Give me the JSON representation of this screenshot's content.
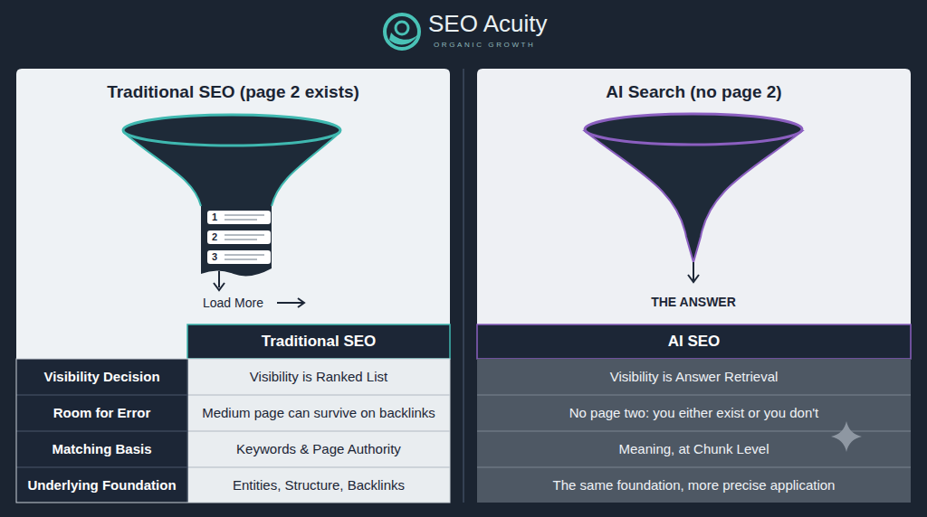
{
  "diagram": {
    "title": "SEO Acuity",
    "nodes": [
      {
        "text": [
          "Traditional SEO (page 2 exists)"
        ]
      },
      {
        "text": [
          "AI Search (no page 2)"
        ]
      }
    ],
    "labels": [
      "ORGANIC GROWTH",
      "1",
      "2",
      "3",
      "Load More",
      "THE ANSWER",
      "Traditional SEO",
      "AI SEO",
      "Visibility Decision",
      "Visibility is Ranked List",
      "Visibility is Answer Retrieval",
      "Room for Error",
      "Medium page can survive on backlinks",
      "No page two: you either exist or you don't",
      "Matching Basis",
      "Keywords & Page Authority",
      "Meaning, at Chunk Level",
      "Underlying Foundation",
      "Entities, Structure, Backlinks",
      "The same foundation, more precise application"
    ]
  }
}
